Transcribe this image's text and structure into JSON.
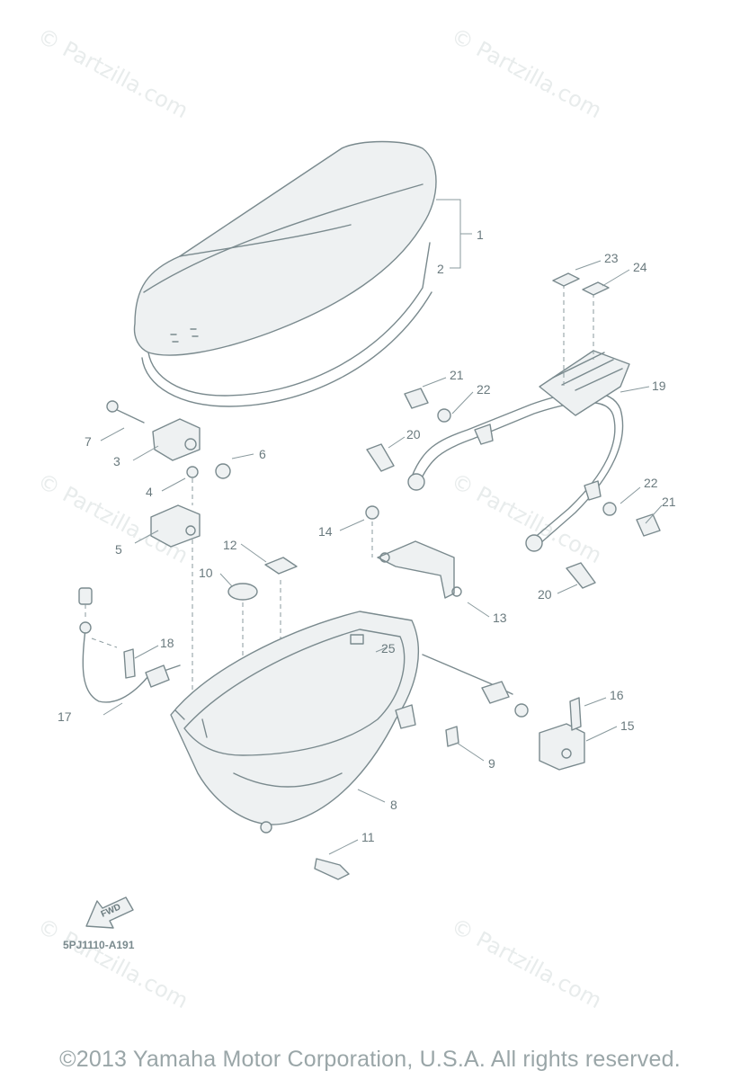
{
  "watermark": "© Partzilla.com",
  "diagram_code": "5PJ1110-A191",
  "fwd_label": "FWD",
  "copyright": "©2013  Yamaha Motor Corporation, U.S.A. All rights reserved.",
  "callouts": {
    "c1": "1",
    "c2": "2",
    "c3": "3",
    "c4": "4",
    "c5": "5",
    "c6": "6",
    "c7": "7",
    "c8": "8",
    "c9": "9",
    "c10": "10",
    "c11": "11",
    "c12": "12",
    "c13": "13",
    "c14": "14",
    "c15": "15",
    "c16": "16",
    "c17": "17",
    "c18": "18",
    "c19": "19",
    "c20a": "20",
    "c20b": "20",
    "c21a": "21",
    "c21b": "21",
    "c22a": "22",
    "c22b": "22",
    "c23": "23",
    "c24": "24",
    "c25": "25"
  },
  "colors": {
    "line": "#7a8a8e",
    "watermark": "#e8ecec",
    "text": "#6a7a7e"
  }
}
